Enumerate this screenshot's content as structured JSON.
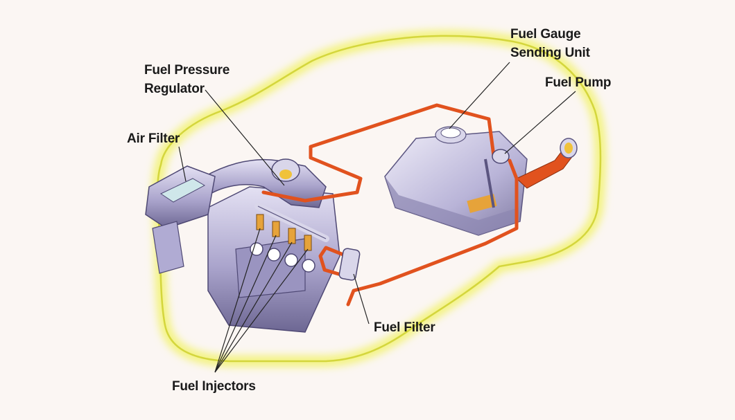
{
  "labels": {
    "fuel_pressure_regulator": [
      "Fuel Pressure",
      "Regulator"
    ],
    "air_filter": "Air Filter",
    "fuel_gauge_sending_unit": [
      "Fuel Gauge",
      "Sending Unit"
    ],
    "fuel_pump": "Fuel Pump",
    "fuel_filter": "Fuel Filter",
    "fuel_injectors": "Fuel Injectors"
  },
  "colors": {
    "background": "#fbf6f3",
    "car_glow": "#f3f37a",
    "car_outline": "#d8da3a",
    "fuel_line": "#e1521e",
    "metal": "#b8b3d6",
    "metal_dark": "#6f6996",
    "leader_line": "#222222"
  }
}
